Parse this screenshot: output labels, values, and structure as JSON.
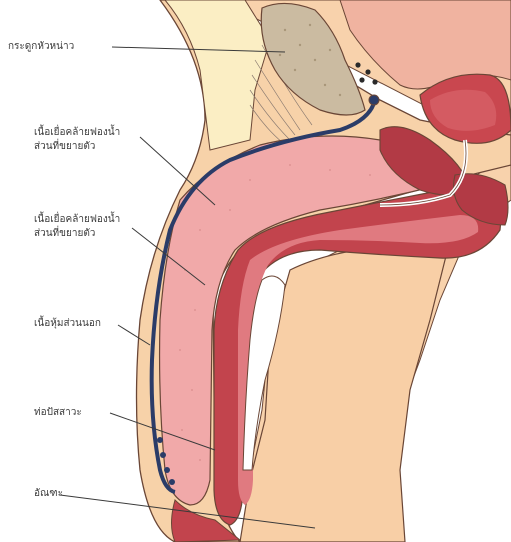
{
  "labels": [
    {
      "id": "label-1",
      "lines": [
        "กระดูกหัวหน่าว"
      ]
    },
    {
      "id": "label-2",
      "lines": [
        "เนื้อเยื่อคล้ายฟองน้ำ",
        "ส่วนที่ขยายตัว"
      ]
    },
    {
      "id": "label-3",
      "lines": [
        "เนื้อเยื่อคล้ายฟองน้ำ",
        "ส่วนที่ขยายตัว"
      ]
    },
    {
      "id": "label-4",
      "lines": [
        "เนื้อหุ้มส่วนนอก"
      ]
    },
    {
      "id": "label-5",
      "lines": [
        "ท่อปัสสาวะ"
      ]
    },
    {
      "id": "label-6",
      "lines": [
        "อัณฑะ"
      ]
    }
  ],
  "colors": {
    "skin": "#f5c9a0",
    "body_fill": "#fad5b0",
    "erectile_pink": "#f1a9a9",
    "erectile_red": "#c2444d",
    "urethra_blue": "#2b3c68",
    "bone": "#c9b9a0",
    "fat_yellow": "#fbeec4",
    "outline": "#5a3a30"
  }
}
